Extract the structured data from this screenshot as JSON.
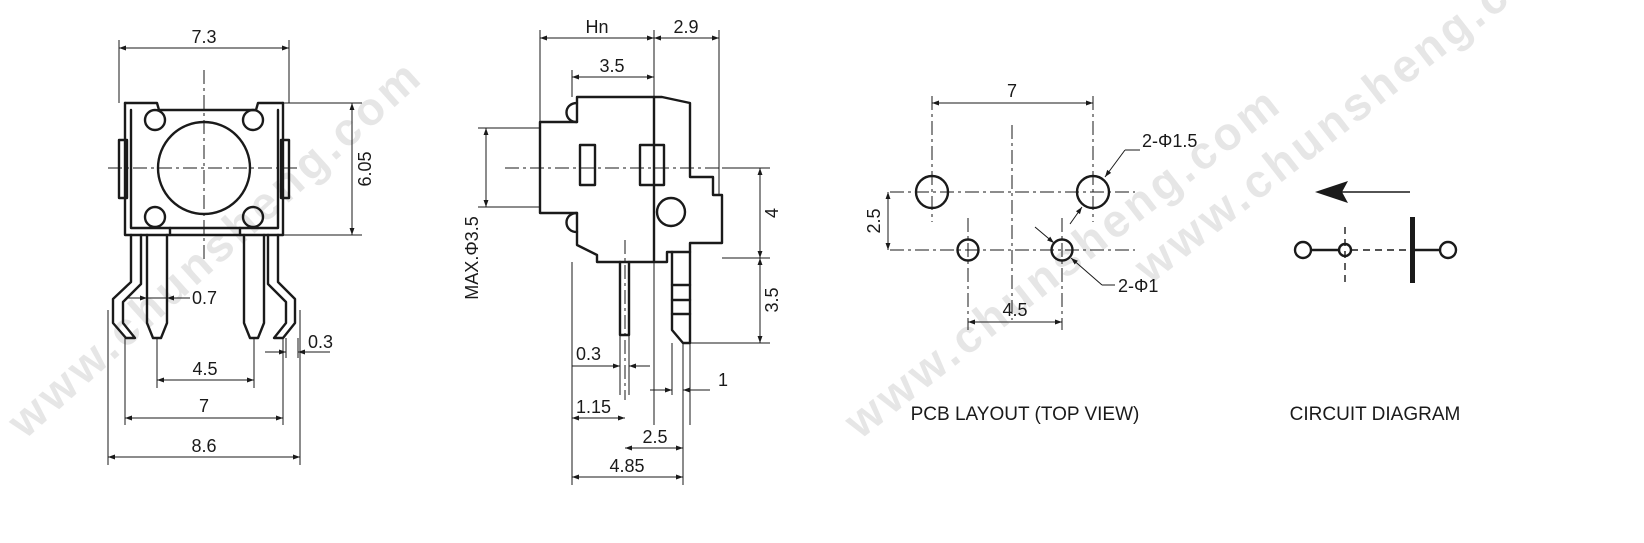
{
  "watermarks": [
    "www.chunsheng.com",
    "www.chunsheng.com",
    "www.chunsheng.com"
  ],
  "front_view": {
    "dims": {
      "width_top": "7.3",
      "height": "6.05",
      "pin_width": "0.7",
      "pin_thickness": "0.3",
      "pin_pitch": "4.5",
      "leg_span": "7",
      "overall_width": "8.6"
    }
  },
  "side_view": {
    "dims": {
      "hn": "Hn",
      "top_right": "2.9",
      "body_offset": "3.5",
      "max_dia": "MAX.Φ3.5",
      "mid_height": "4",
      "pin_length": "3.5",
      "pin_thick": "0.3",
      "pin_gap": "1",
      "offset_1": "1.15",
      "offset_2": "2.5",
      "offset_3": "4.85"
    }
  },
  "pcb_layout": {
    "caption": "PCB LAYOUT (TOP VIEW)",
    "dims": {
      "span": "7",
      "row_gap": "2.5",
      "small_pitch": "4.5",
      "big_holes": "2-Φ1.5",
      "small_holes": "2-Φ1"
    }
  },
  "circuit": {
    "caption": "CIRCUIT DIAGRAM"
  }
}
